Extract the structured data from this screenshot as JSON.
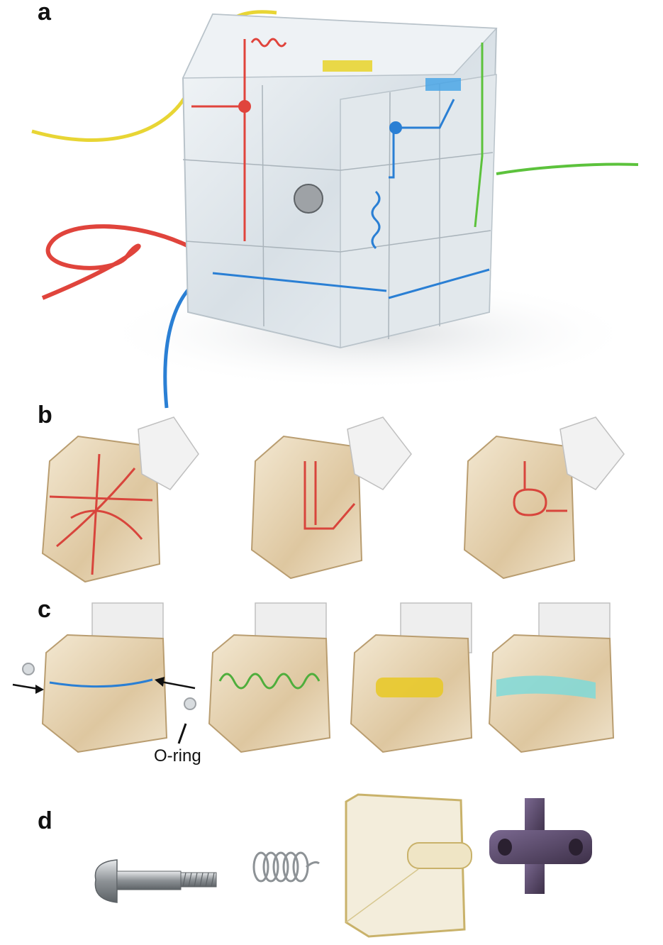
{
  "panels": {
    "a": {
      "label": "a"
    },
    "b": {
      "label": "b"
    },
    "c": {
      "label": "c",
      "oring_label": "O-ring"
    },
    "d": {
      "label": "d"
    }
  },
  "colors": {
    "red": "#e0443c",
    "yellow": "#e8d534",
    "green": "#5cc23c",
    "blue": "#2a7fd4",
    "cyan": "#7fd9d8",
    "amber": "#e8c92a",
    "glass": "#dfe7ec",
    "tint": "#ead9b8",
    "purple": "#5c4a6c",
    "steel": "#9ea2a6"
  }
}
